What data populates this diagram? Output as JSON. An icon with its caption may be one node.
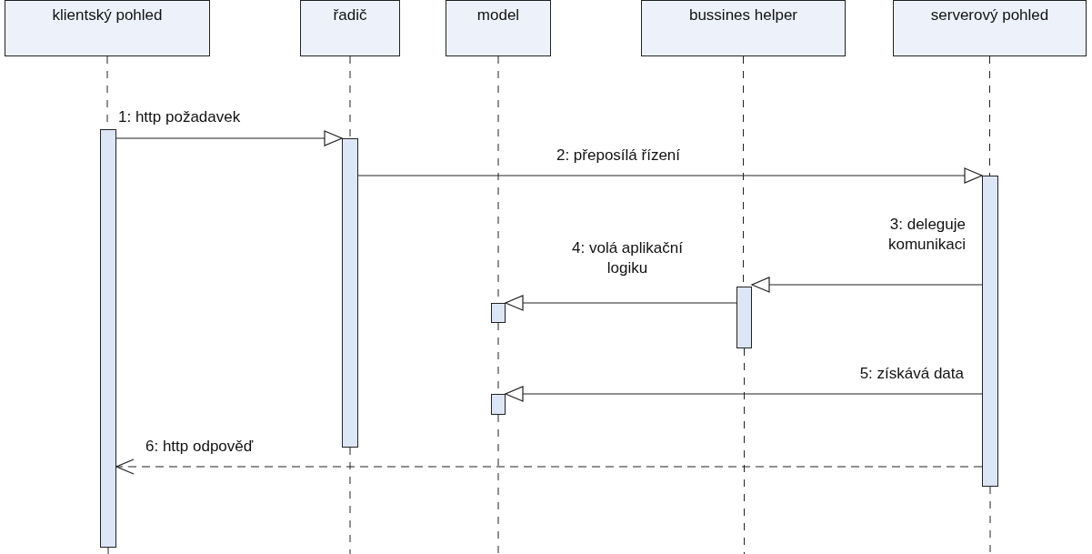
{
  "diagram": {
    "nodes": [
      {
        "text": [
          "klientský pohled"
        ]
      },
      {
        "text": [
          "řadič"
        ]
      },
      {
        "text": [
          "model"
        ]
      },
      {
        "text": [
          "bussines helper"
        ]
      },
      {
        "text": [
          "serverový pohled"
        ]
      },
      {
        "text": [],
        "shape": "bar"
      },
      {
        "text": [],
        "shape": "bar"
      },
      {
        "text": [],
        "shape": "bar"
      },
      {
        "text": [],
        "shape": "bar"
      },
      {
        "text": [],
        "shape": "bar"
      },
      {
        "text": [],
        "shape": "bar"
      }
    ],
    "edges": [
      {
        "from": 5,
        "to": 6,
        "arrow": "to",
        "label": "1: http požadavek"
      },
      {
        "from": 6,
        "to": 10,
        "arrow": "to",
        "label": "2: přeposílá řízení"
      },
      {
        "from": 10,
        "to": 9,
        "arrow": "to",
        "label": "3: deleguje komunikaci"
      },
      {
        "from": 9,
        "to": 7,
        "arrow": "to",
        "label": "4: volá aplikační logiku"
      },
      {
        "from": 10,
        "to": 8,
        "arrow": "to",
        "label": "5: získává data"
      },
      {
        "from": 10,
        "to": 5,
        "arrow": "to",
        "label": "6: http odpověď",
        "style": "dashed"
      },
      {
        "from": 0,
        "to": 5,
        "arrow": "none",
        "style": "dashed"
      },
      {
        "from": 5,
        "to": null,
        "arrow": "none",
        "style": "dashed"
      },
      {
        "from": 1,
        "to": 6,
        "arrow": "none",
        "style": "dashed"
      },
      {
        "from": 6,
        "to": null,
        "arrow": "none",
        "style": "dashed"
      },
      {
        "from": 2,
        "to": 7,
        "arrow": "none",
        "style": "dashed"
      },
      {
        "from": 7,
        "to": 8,
        "arrow": "none",
        "style": "dashed"
      },
      {
        "from": 8,
        "to": null,
        "arrow": "none",
        "style": "dashed"
      },
      {
        "from": 3,
        "to": 9,
        "arrow": "none",
        "style": "dashed"
      },
      {
        "from": 9,
        "to": null,
        "arrow": "none",
        "style": "dashed"
      },
      {
        "from": 4,
        "to": 10,
        "arrow": "none",
        "style": "dashed"
      },
      {
        "from": 10,
        "to": null,
        "arrow": "none",
        "style": "dashed"
      }
    ]
  }
}
